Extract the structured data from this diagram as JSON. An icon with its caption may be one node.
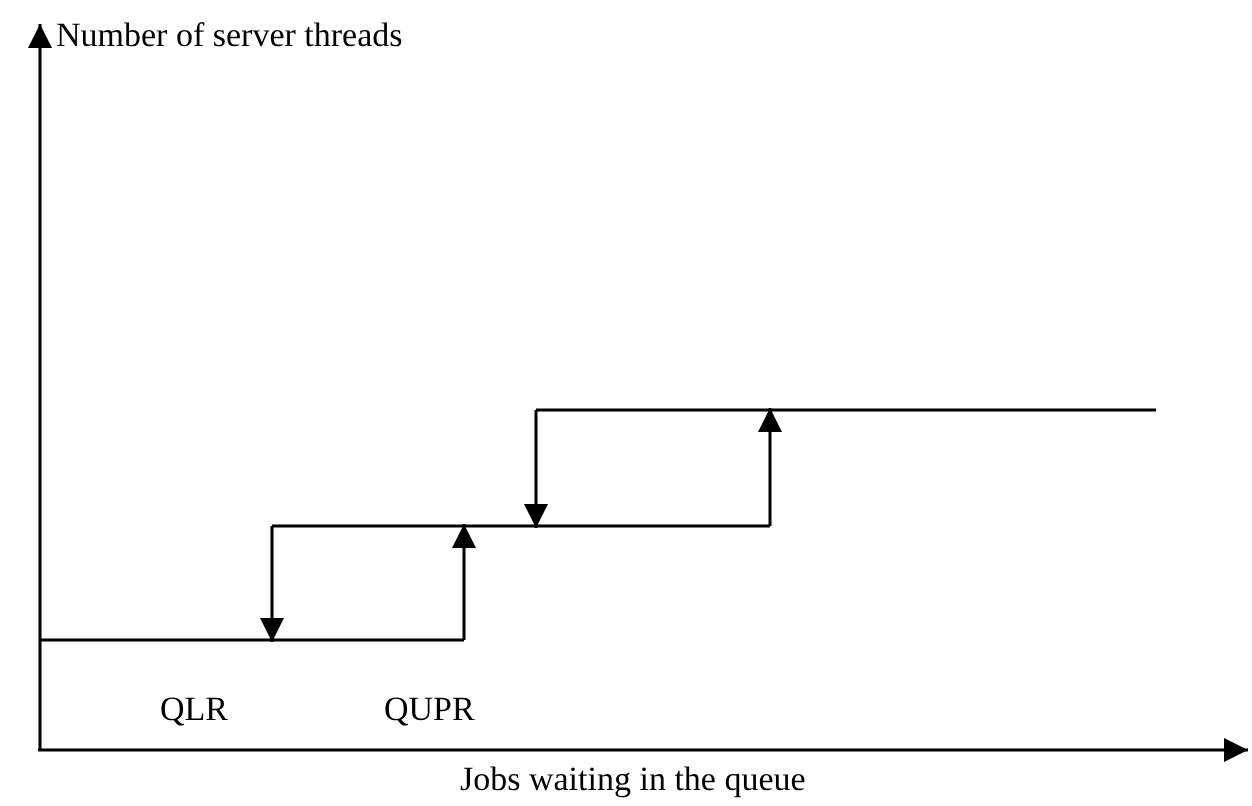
{
  "diagram": {
    "labels": [
      "Number of server threads",
      "QLR",
      "QUPR",
      "Jobs waiting in the queue"
    ]
  }
}
